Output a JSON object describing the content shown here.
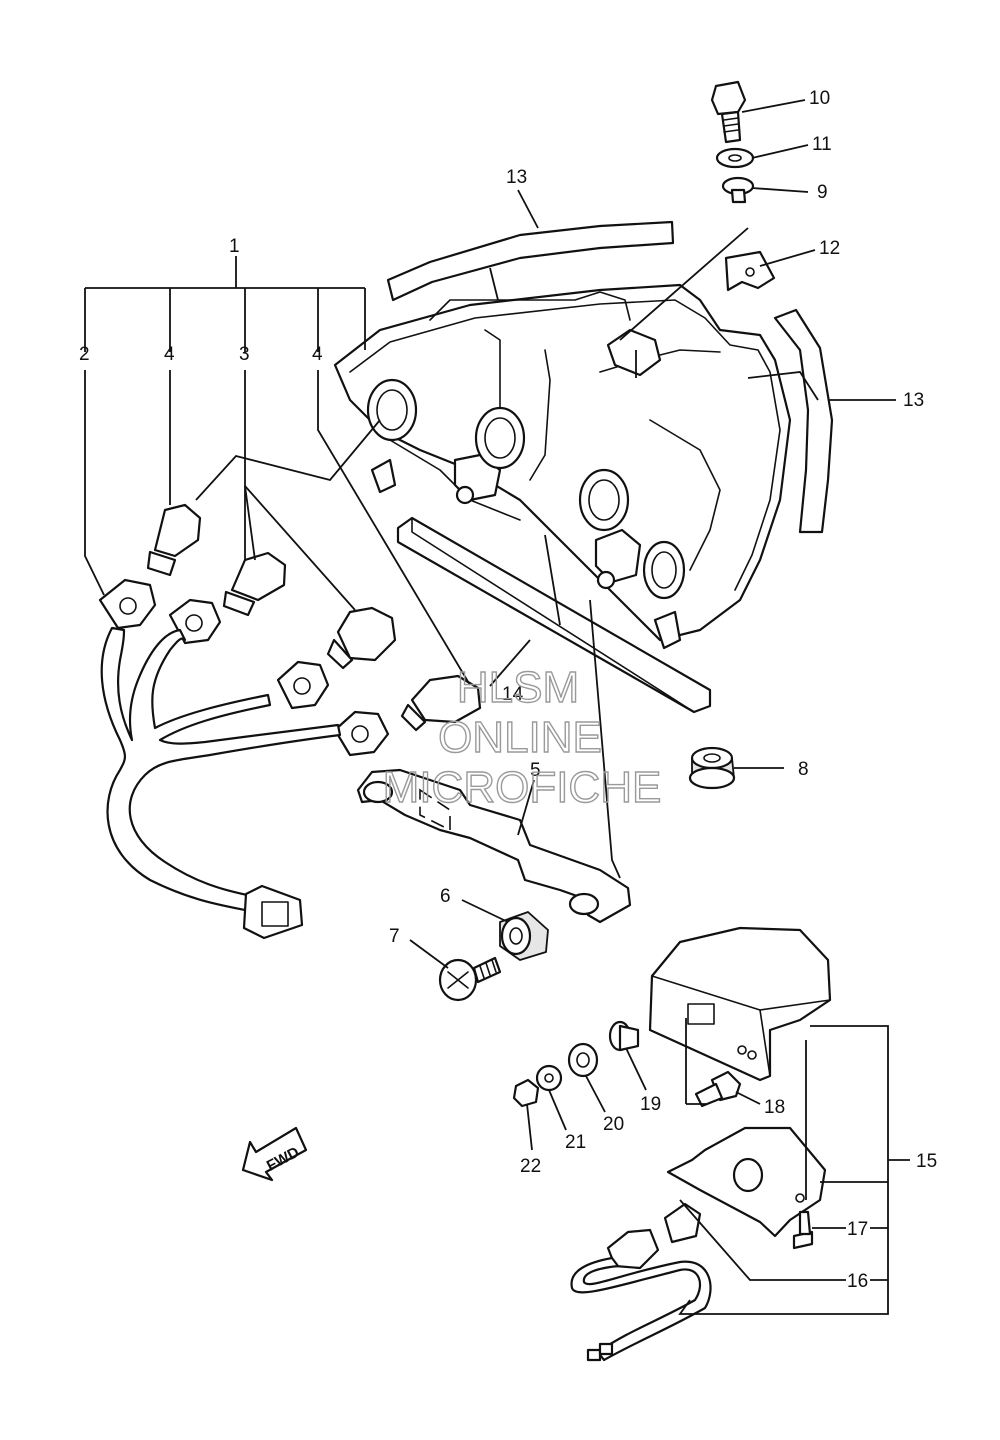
{
  "watermark": {
    "line1": "HLSM",
    "line2": "ONLINE",
    "line3": "MICROFICHE"
  },
  "direction_marker": "FWD",
  "callouts": {
    "c1": "1",
    "c2": "2",
    "c3": "3",
    "c4a": "4",
    "c4b": "4",
    "c5": "5",
    "c6": "6",
    "c7": "7",
    "c8": "8",
    "c9": "9",
    "c10": "10",
    "c11": "11",
    "c12": "12",
    "c13a": "13",
    "c13b": "13",
    "c14": "14",
    "c15": "15",
    "c16": "16",
    "c17": "17",
    "c18": "18",
    "c19": "19",
    "c20": "20",
    "c21": "21",
    "c22": "22"
  }
}
